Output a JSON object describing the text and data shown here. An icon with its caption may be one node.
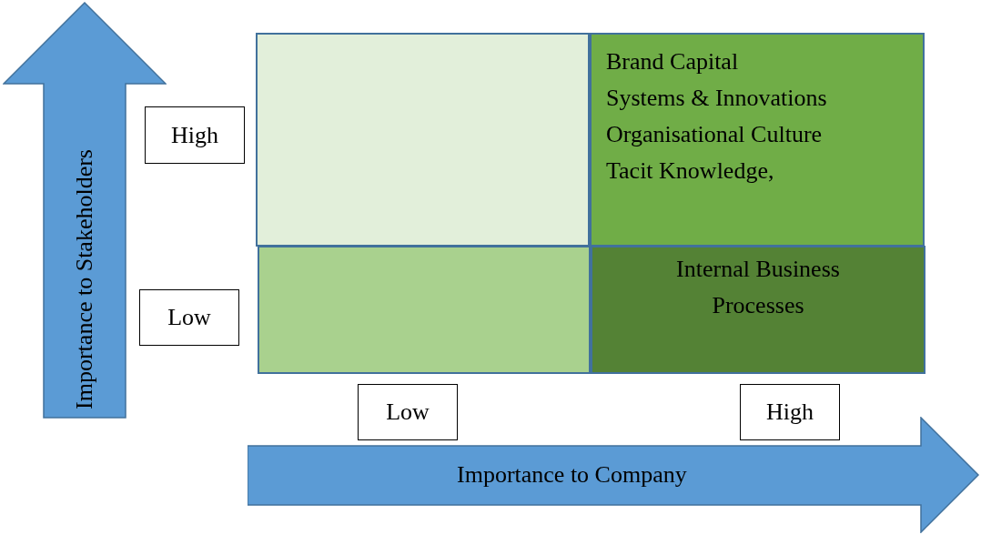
{
  "diagram": {
    "nodes": [
      {
        "text": [
          "Importance to Stakeholders"
        ]
      },
      {
        "text": [],
        "shape": "box"
      },
      {
        "text": [
          "Brand Capital",
          "Systems & Innovations",
          "Organisational Culture",
          "Tacit Knowledge,"
        ]
      },
      {
        "text": [
          "High"
        ]
      },
      {
        "text": [],
        "shape": "box"
      },
      {
        "text": [
          "Internal Business Processes"
        ]
      },
      {
        "text": [
          "Low"
        ]
      },
      {
        "text": [
          "Low"
        ]
      },
      {
        "text": [
          "High"
        ]
      },
      {
        "text": [
          "Importance to Company"
        ]
      }
    ]
  }
}
